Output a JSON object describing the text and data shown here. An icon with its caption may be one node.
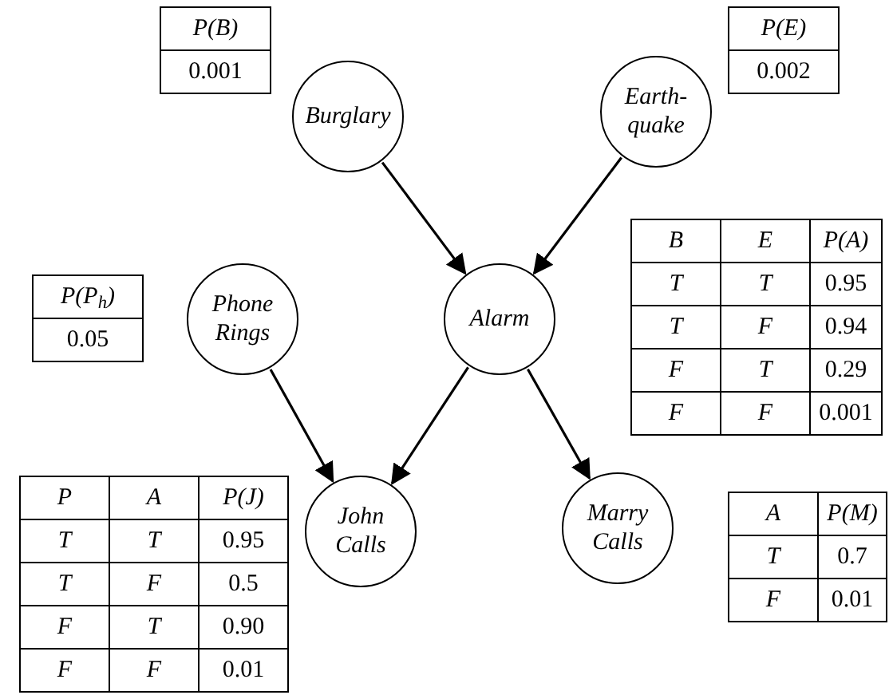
{
  "diagram": {
    "nodes": [
      {
        "text": [
          "Burglary"
        ]
      },
      {
        "text": [
          "Earth- quake"
        ]
      },
      {
        "text": [
          "Phone Rings"
        ]
      },
      {
        "text": [
          "Alarm"
        ]
      },
      {
        "text": [
          "John Calls"
        ]
      },
      {
        "text": [
          "Marry Calls"
        ]
      }
    ],
    "edges": [
      {
        "from": 0,
        "to": 3,
        "arrow": "to"
      },
      {
        "from": 1,
        "to": 3,
        "arrow": "to"
      },
      {
        "from": 2,
        "to": 4,
        "arrow": "to"
      },
      {
        "from": 3,
        "to": 4,
        "arrow": "to"
      },
      {
        "from": 3,
        "to": 5,
        "arrow": "to"
      }
    ],
    "labels": [
      "P(B)",
      "0.001",
      "P(E)",
      "0.002",
      "P(P$_{h}$)",
      "0.05",
      "B",
      "E",
      "P(A)",
      "T",
      "T",
      "0.95",
      "T",
      "F",
      "0.94",
      "F",
      "T",
      "0.29",
      "F",
      "F",
      "0.001",
      "P",
      "A",
      "P(J)",
      "T",
      "T",
      "0.95",
      "T",
      "F",
      "0.5",
      "F",
      "T",
      "0.90",
      "F",
      "F",
      "0.01",
      "A",
      "P(M)",
      "T",
      "0.7",
      "F",
      "0.01"
    ]
  }
}
